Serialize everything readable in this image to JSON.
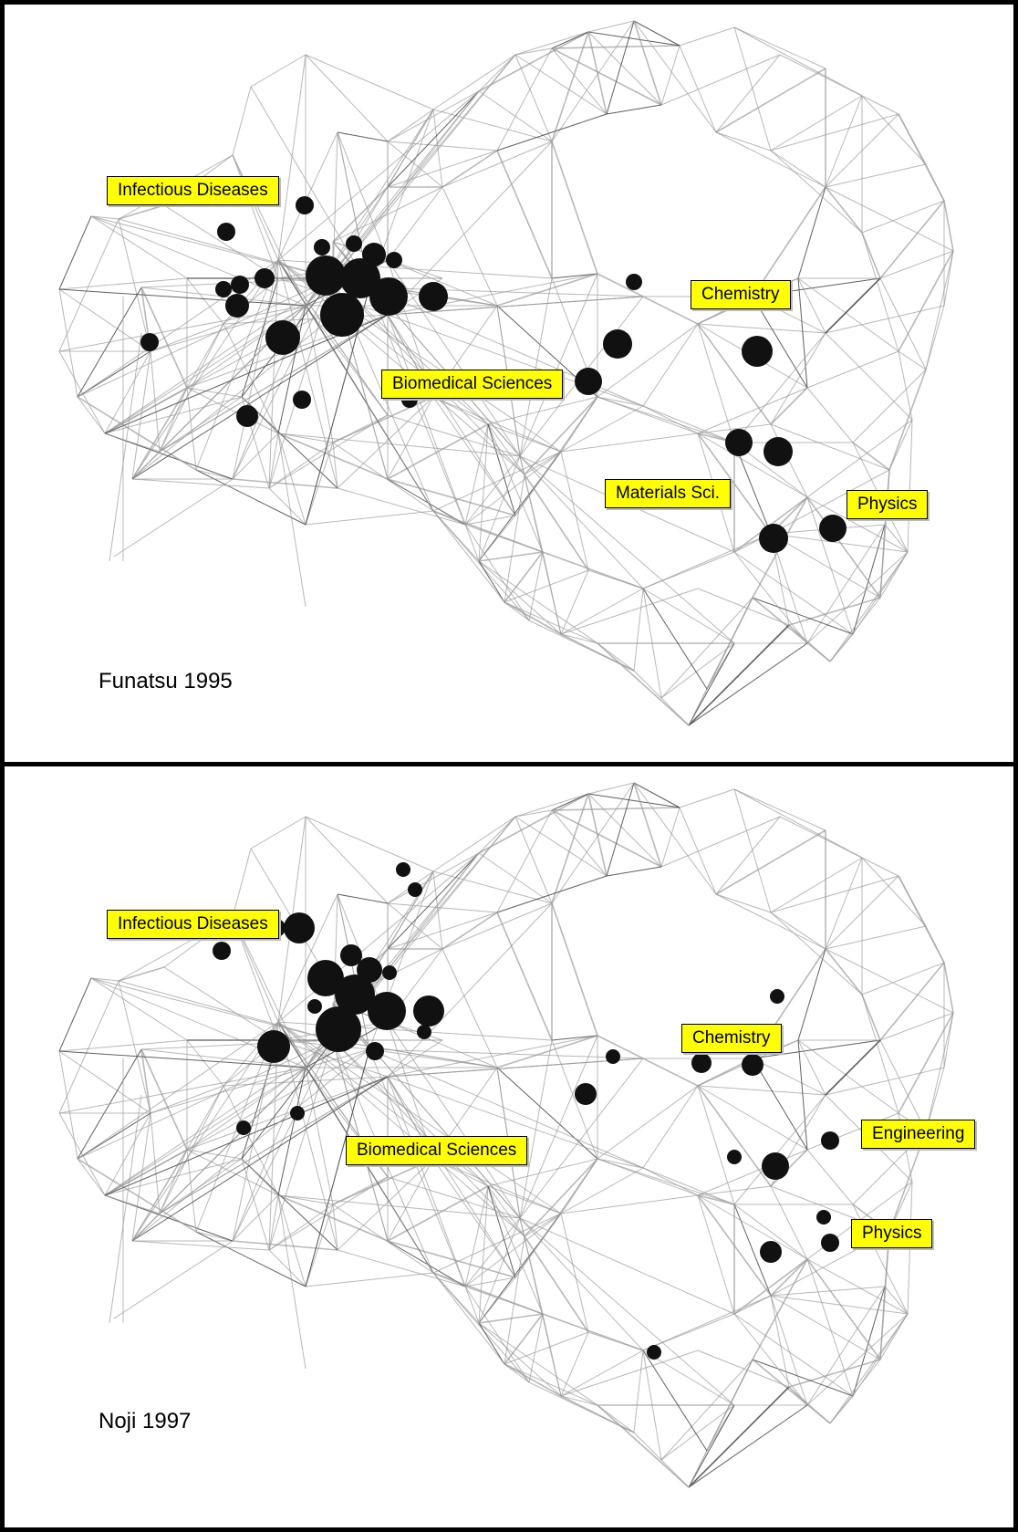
{
  "panels": [
    {
      "caption": "Funatsu 1995",
      "labels": {
        "infectious": "Infectious Diseases",
        "chemistry": "Chemistry",
        "biomedical": "Biomedical Sciences",
        "materials": "Materials Sci.",
        "physics": "Physics"
      }
    },
    {
      "caption": "Noji 1997",
      "labels": {
        "infectious": "Infectious Diseases",
        "chemistry": "Chemistry",
        "biomedical": "Biomedical Sciences",
        "engineering": "Engineering",
        "physics": "Physics"
      }
    }
  ],
  "colors": {
    "label_bg": "#ffff00",
    "node": "#111111",
    "edge": "#9a9a9a",
    "edge_dark": "#444444"
  }
}
